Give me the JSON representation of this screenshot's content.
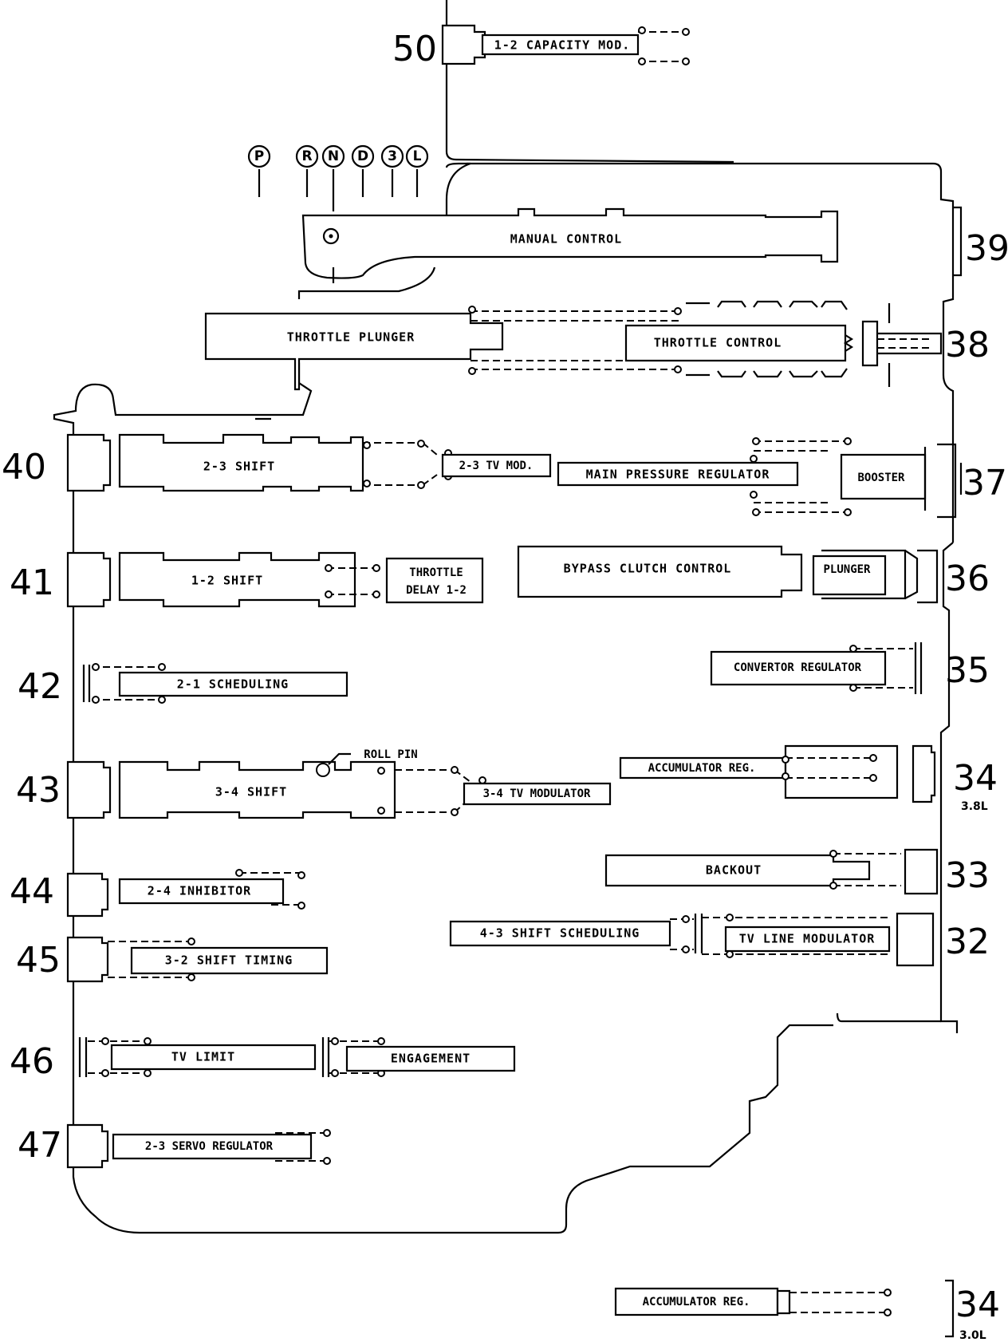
{
  "selector": {
    "positions": [
      "P",
      "R",
      "N",
      "D",
      "3",
      "L"
    ]
  },
  "valves": {
    "v50": {
      "number": "50",
      "label": "1-2 CAPACITY MOD."
    },
    "v39": {
      "number": "39",
      "label": "MANUAL CONTROL"
    },
    "v38": {
      "number": "38",
      "label_plunger": "THROTTLE PLUNGER",
      "label_control": "THROTTLE CONTROL"
    },
    "v40": {
      "number": "40",
      "label": "2-3 SHIFT",
      "label_mod": "2-3 TV MOD."
    },
    "v37": {
      "number": "37",
      "label": "MAIN PRESSURE REGULATOR",
      "label_booster": "BOOSTER"
    },
    "v41": {
      "number": "41",
      "label": "1-2 SHIFT",
      "label_delay_1": "THROTTLE",
      "label_delay_2": "DELAY 1-2"
    },
    "v36": {
      "number": "36",
      "label": "BYPASS CLUTCH CONTROL",
      "label_plunger": "PLUNGER"
    },
    "v42": {
      "number": "42",
      "label": "2-1 SCHEDULING"
    },
    "v35": {
      "number": "35",
      "label": "CONVERTOR REGULATOR"
    },
    "v43": {
      "number": "43",
      "label": "3-4 SHIFT",
      "label_mod": "3-4 TV MODULATOR",
      "label_pin": "ROLL PIN"
    },
    "v34a": {
      "number": "34",
      "sub": "3.8L",
      "label": "ACCUMULATOR REG."
    },
    "v44": {
      "number": "44",
      "label": "2-4 INHIBITOR"
    },
    "v33": {
      "number": "33",
      "label": "BACKOUT"
    },
    "v45": {
      "number": "45",
      "label": "3-2 SHIFT TIMING"
    },
    "v32": {
      "number": "32",
      "label": "4-3 SHIFT SCHEDULING",
      "label_mod": "TV LINE MODULATOR"
    },
    "v46": {
      "number": "46",
      "label": "TV LIMIT",
      "label_engage": "ENGAGEMENT"
    },
    "v47": {
      "number": "47",
      "label": "2-3 SERVO REGULATOR"
    },
    "v34b": {
      "number": "34",
      "sub": "3.0L",
      "label": "ACCUMULATOR REG."
    }
  }
}
